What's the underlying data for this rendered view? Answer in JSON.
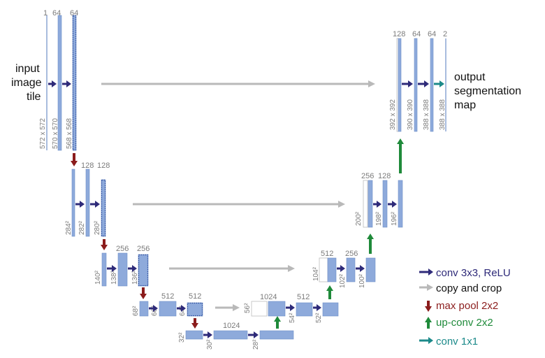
{
  "colors": {
    "feature_map": "#8eaadb",
    "feature_map_stroke": "#6f8fc8",
    "crop_dots": "#2f4f9e",
    "conv": "#2e2a79",
    "copy": "#b9b9b9",
    "pool": "#8b1c1c",
    "upconv": "#1f8a3a",
    "conv1x1": "#1c8a8a",
    "grey_text": "#7b7b7b"
  },
  "input_label": [
    "input",
    "image",
    "tile"
  ],
  "output_label": [
    "output",
    "segmentation",
    "map"
  ],
  "levels": [
    {
      "channels": [
        "1",
        "64",
        "64"
      ],
      "dims": [
        "572 x 572",
        "570 x 570",
        "568 x 568"
      ]
    },
    {
      "channels": [
        "128",
        "128"
      ],
      "dims": [
        "284²",
        "282²",
        "280²"
      ]
    },
    {
      "channels": [
        "256",
        "256"
      ],
      "dims": [
        "140²",
        "138²",
        "136²"
      ]
    },
    {
      "channels": [
        "512",
        "512"
      ],
      "dims": [
        "68²",
        "66²",
        "64²"
      ]
    },
    {
      "channels": [
        "1024"
      ],
      "dims": [
        "32²",
        "30²",
        "28²"
      ]
    }
  ],
  "up_levels": [
    {
      "channels": [
        "1024",
        "512"
      ],
      "dims": [
        "56²",
        "54²",
        "52²"
      ]
    },
    {
      "channels": [
        "512",
        "256"
      ],
      "dims": [
        "104²",
        "102²",
        "100²"
      ]
    },
    {
      "channels": [
        "256",
        "128"
      ],
      "dims": [
        "200²",
        "198²",
        "196²"
      ]
    },
    {
      "channels": [
        "128",
        "64",
        "64",
        "2"
      ],
      "dims": [
        "392 x 392",
        "390 x 390",
        "388 x 388",
        "388 x 388"
      ]
    }
  ],
  "legend": [
    {
      "label": "conv 3x3, ReLU",
      "icon": "conv-arrow-icon",
      "color": "#2e2a79"
    },
    {
      "label": "copy and crop",
      "icon": "copy-arrow-icon",
      "color": "#111111"
    },
    {
      "label": "max pool 2x2",
      "icon": "pool-arrow-icon",
      "color": "#8b1c1c"
    },
    {
      "label": "up-conv 2x2",
      "icon": "upconv-arrow-icon",
      "color": "#1f8a3a"
    },
    {
      "label": "conv 1x1",
      "icon": "conv1x1-arrow-icon",
      "color": "#1c8a8a"
    }
  ]
}
